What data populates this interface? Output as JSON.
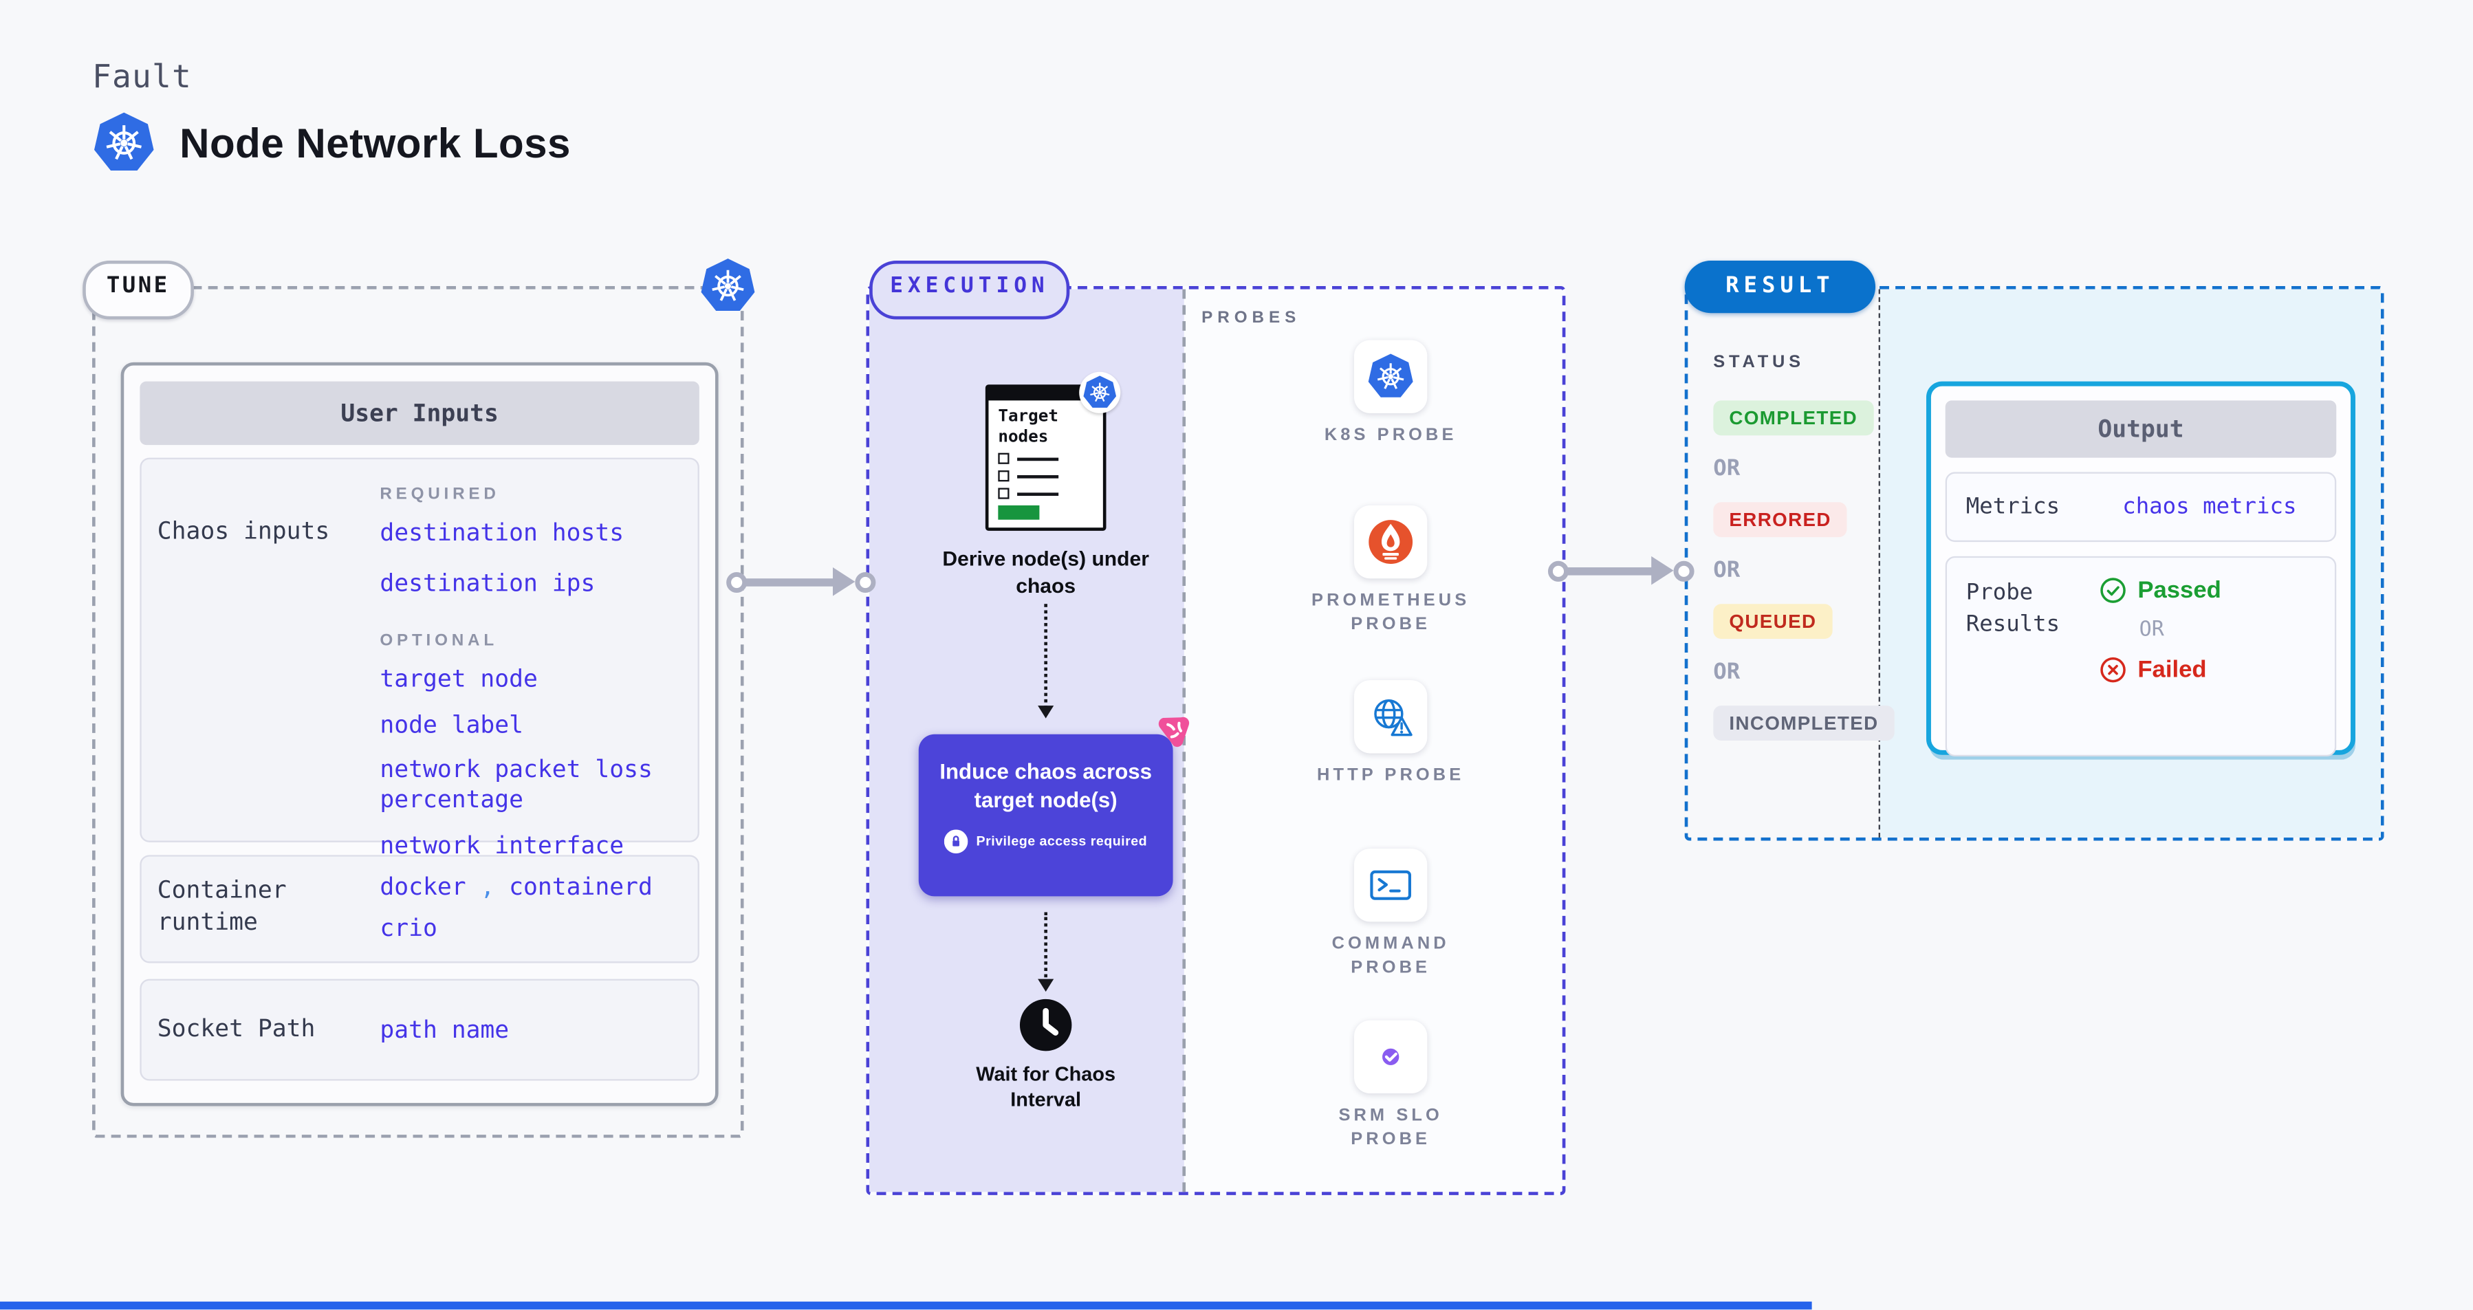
{
  "page": {
    "eyebrow": "Fault",
    "title": "Node Network Loss"
  },
  "tune": {
    "label": "TUNE",
    "user_inputs_header": "User Inputs",
    "chaos": {
      "label": "Chaos inputs",
      "required_header": "REQUIRED",
      "required": [
        "destination hosts",
        "destination ips"
      ],
      "optional_header": "OPTIONAL",
      "optional": [
        "target node",
        "node label",
        "network packet loss percentage",
        "network interface"
      ]
    },
    "runtime": {
      "label": "Container runtime",
      "value_1": "docker",
      "comma": ",",
      "value_2": "containerd",
      "value_3": "crio"
    },
    "socket": {
      "label": "Socket Path",
      "value": "path name"
    }
  },
  "execution": {
    "label": "EXECUTION",
    "target_card_title": "Target nodes",
    "derive_text": "Derive node(s) under chaos",
    "induce_text": "Induce chaos across target node(s)",
    "privilege_text": "Privilege access required",
    "wait_text": "Wait for Chaos Interval"
  },
  "probes": {
    "label": "PROBES",
    "items": [
      {
        "label": "K8S PROBE",
        "icon": "kubernetes-icon"
      },
      {
        "label": "PROMETHEUS PROBE",
        "icon": "prometheus-icon"
      },
      {
        "label": "HTTP PROBE",
        "icon": "http-globe-icon"
      },
      {
        "label": "COMMAND PROBE",
        "icon": "terminal-icon"
      },
      {
        "label": "SRM SLO PROBE",
        "icon": "slo-chart-icon"
      }
    ]
  },
  "result": {
    "label": "RESULT",
    "status_header": "STATUS",
    "or_label": "OR",
    "statuses": [
      {
        "label": "COMPLETED",
        "text_color": "#1b9a31",
        "bg_color": "#dcf2dd"
      },
      {
        "label": "ERRORED",
        "text_color": "#c9211f",
        "bg_color": "#fbe9e9"
      },
      {
        "label": "QUEUED",
        "text_color": "#c02a1e",
        "bg_color": "#fcf0c7"
      },
      {
        "label": "INCOMPLETED",
        "text_color": "#5f6477",
        "bg_color": "#e8e9f0"
      }
    ],
    "output": {
      "header": "Output",
      "metrics_label": "Metrics",
      "metrics_value": "chaos metrics",
      "probe_results_label": "Probe Results",
      "passed_label": "Passed",
      "or_label": "OR",
      "failed_label": "Failed"
    }
  },
  "colors": {
    "kubernetes_blue": "#2f6ce4",
    "execution_indigo": "#4a42d6",
    "induce_purple": "#4c44d9",
    "litmus_pink": "#f0509a",
    "result_blue": "#0a72cc",
    "output_cyan_border": "#17a5de",
    "link_blue": "#4433e8",
    "success_green": "#1b9e33",
    "error_red": "#d6281c",
    "prometheus_orange": "#e6522c",
    "lavender_bg": "#e2e2f8",
    "cyan_bg": "#e7f4fb",
    "page_bg": "#f7f8fa"
  }
}
